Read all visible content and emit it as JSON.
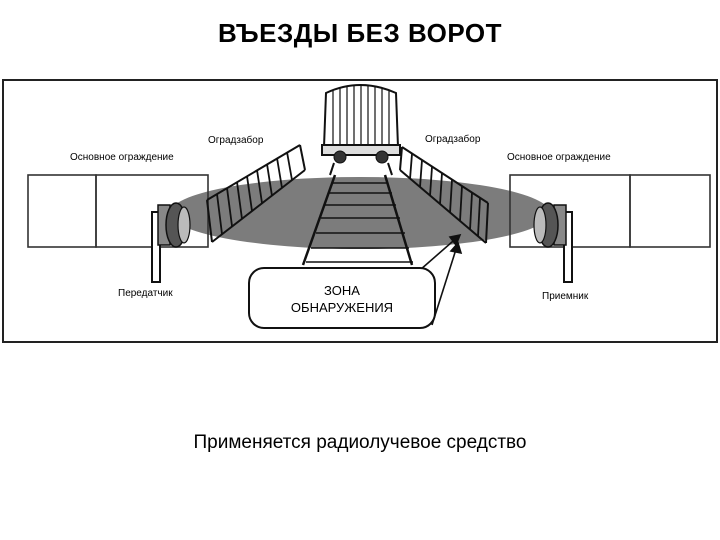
{
  "title": "ВЪЕЗДЫ БЕЗ ВОРОТ",
  "labels": {
    "left_fence_top": "Оградзабор",
    "right_fence_top": "Оградзабор",
    "left_main": "Основное ограждение",
    "right_main": "Основное ограждение",
    "transmitter": "Передатчик",
    "receiver": "Приемник",
    "zone_line1": "ЗОНА",
    "zone_line2": "ОБНАРУЖЕНИЯ"
  },
  "caption": "Применяется радиолучевое средство"
}
